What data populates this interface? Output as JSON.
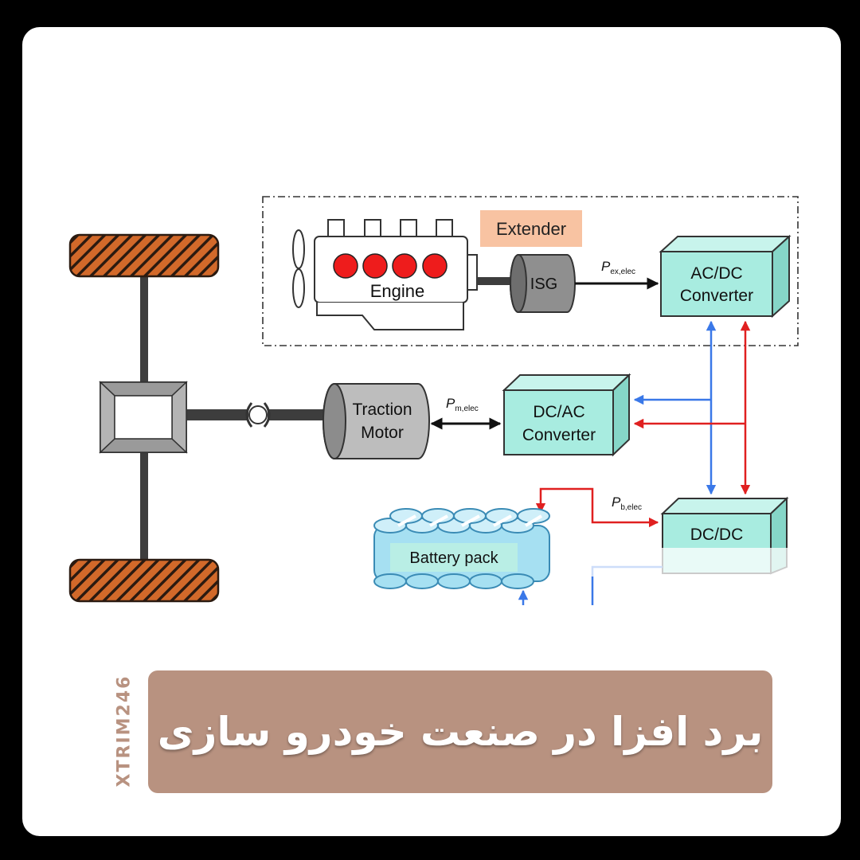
{
  "diagram": {
    "extender_label": "Extender",
    "engine_label": "Engine",
    "isg_label": "ISG",
    "acdc": {
      "line1": "AC/DC",
      "line2": "Converter"
    },
    "dcac": {
      "line1": "DC/AC",
      "line2": "Converter"
    },
    "dcdc_label": "DC/DC",
    "traction": {
      "line1": "Traction",
      "line2": "Motor"
    },
    "battery_label": "Battery pack",
    "p_ex": {
      "main": "P",
      "sub": "ex,elec"
    },
    "p_m": {
      "main": "P",
      "sub": "m,elec"
    },
    "p_b": {
      "main": "P",
      "sub": "b,elec"
    }
  },
  "banner": {
    "title": "برد افزا در صنعت خودرو سازی"
  },
  "watermark": "XTRIM246",
  "colors": {
    "converter_fill": "#a8ece0",
    "engine_red": "#ee1c1c",
    "wheel_orange": "#d2692a",
    "extender_tag": "#f8c3a2",
    "arrow_blue": "#3a78e8",
    "arrow_red": "#e02020",
    "banner": "#b89280"
  }
}
